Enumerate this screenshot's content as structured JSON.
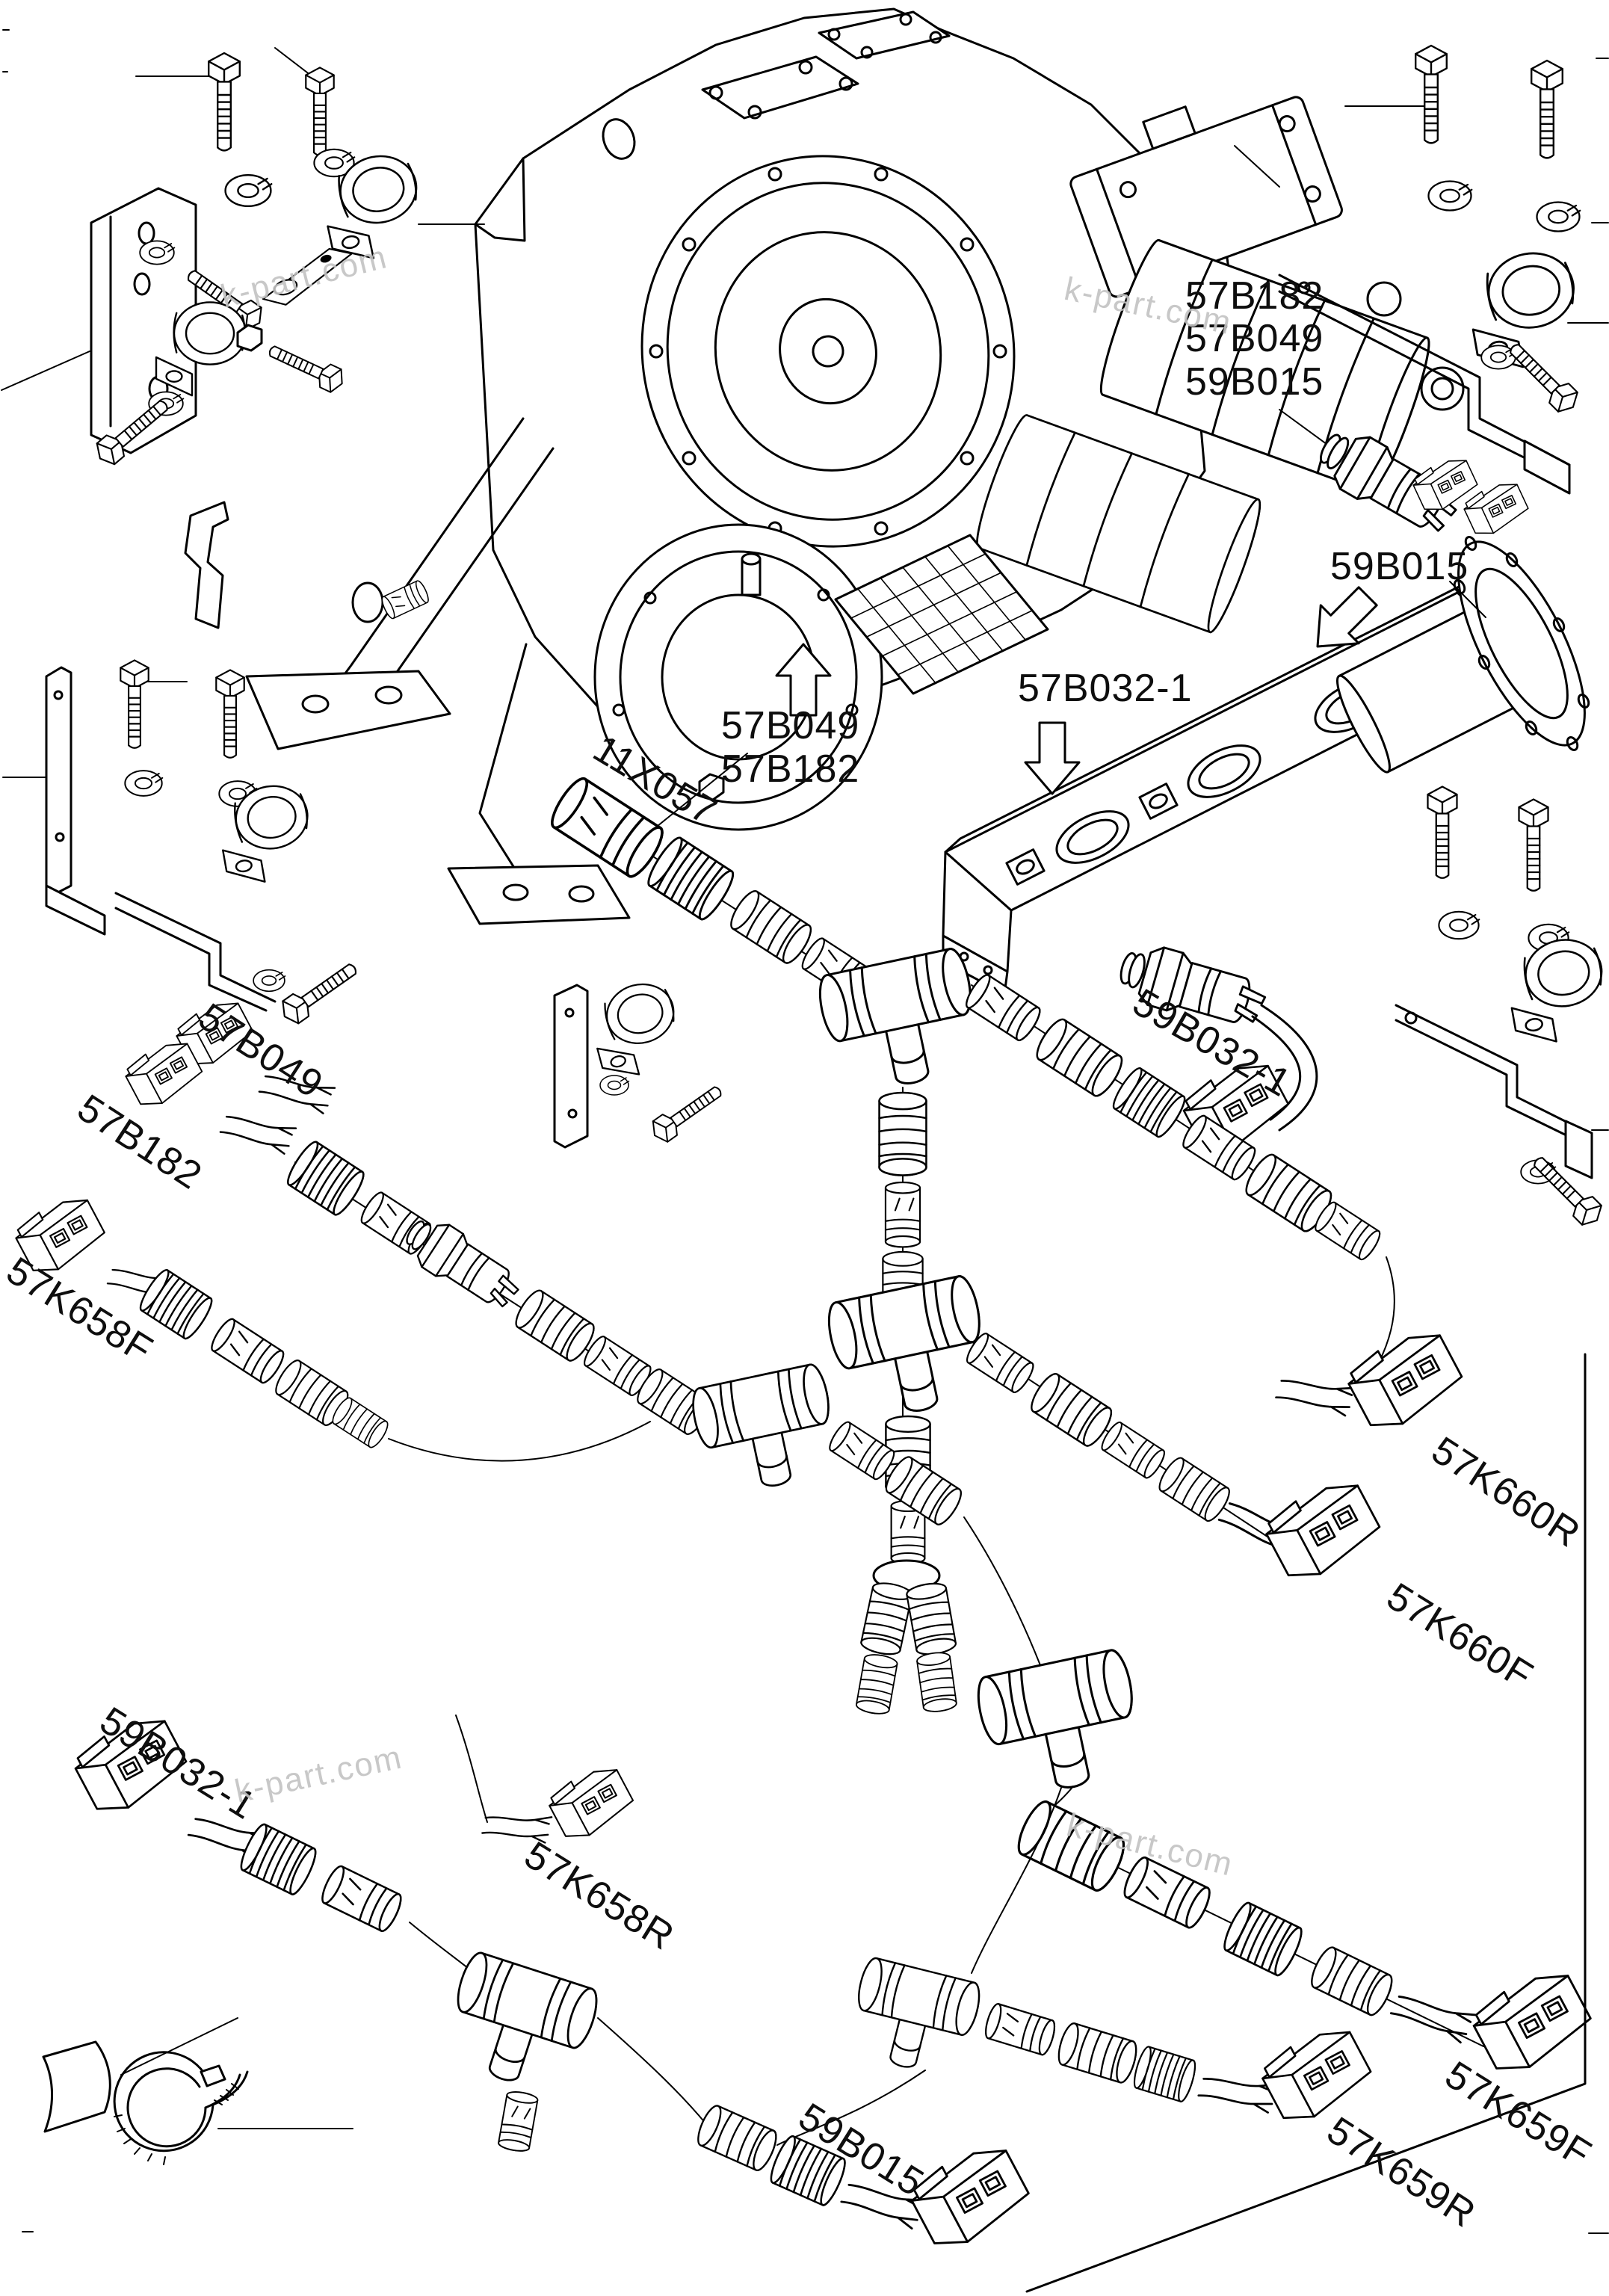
{
  "document": {
    "type": "exploded-parts-diagram",
    "subject": "transmission / pump assembly wiring harness and sensors"
  },
  "colors": {
    "line": "#000000",
    "background": "#ffffff",
    "watermark": "#c3c3c3"
  },
  "watermark": {
    "text": "k-part.com"
  },
  "labels": {
    "tr_line1": "57B182",
    "tr_line2": "57B049",
    "tr_line3": "59B015",
    "tube": "59B015",
    "manifold": "57B032-1",
    "pump_line1": "57B049",
    "pump_line2": "57B182",
    "harness_main": "11X057",
    "sensor_right": "59B032-1",
    "left_conn_top": "57B049",
    "left_conn_bottom": "57B182",
    "k658f": "57K658F",
    "k658r": "57K658R",
    "k659f": "57K659F",
    "k659r": "57K659R",
    "k660r": "57K660R",
    "k660f": "57K660F",
    "b032_bottom_left": "59B032-1",
    "b015_bottom": "59B015"
  }
}
